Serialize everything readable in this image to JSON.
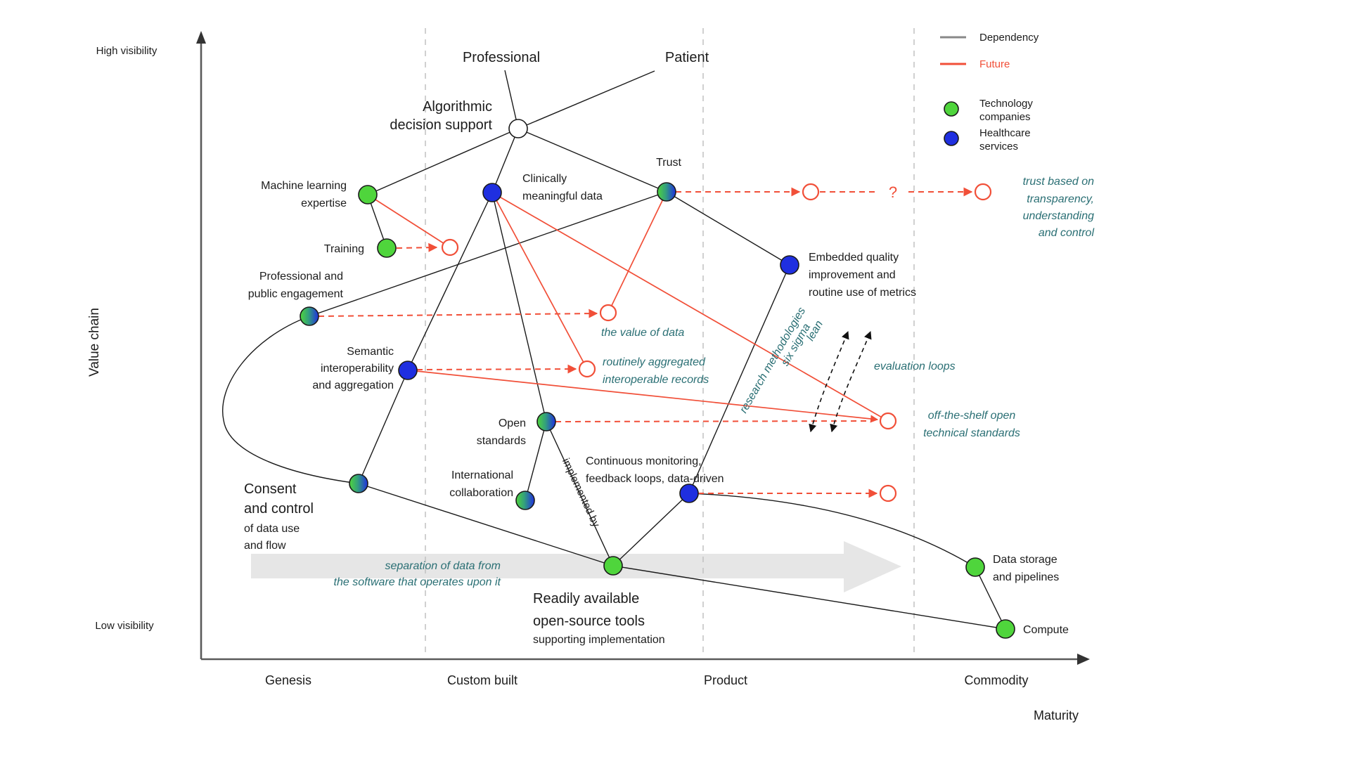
{
  "axes": {
    "y_top": "High visibility",
    "y_bottom": "Low visibility",
    "y_label": "Value chain",
    "x_label": "Maturity",
    "stages": [
      "Genesis",
      "Custom built",
      "Product",
      "Commodity"
    ]
  },
  "legend": {
    "dependency": "Dependency",
    "future": "Future",
    "tech": [
      "Technology",
      "companies"
    ],
    "health": [
      "Healthcare",
      "services"
    ]
  },
  "colors": {
    "future_red": "#f14f38",
    "annotation_teal": "#2a6f74",
    "technology_green": "#4fd53c",
    "healthcare_blue": "#1f2fe0"
  },
  "labels": {
    "professional": "Professional",
    "patient": "Patient",
    "ads": [
      "Algorithmic",
      "decision support"
    ],
    "ml": [
      "Machine learning",
      "expertise"
    ],
    "training": "Training",
    "cmd": [
      "Clinically",
      "meaningful data"
    ],
    "trust": "Trust",
    "ppe": [
      "Professional and",
      "public engagement"
    ],
    "semantic": [
      "Semantic",
      "interoperability",
      "and aggregation"
    ],
    "open_standards": [
      "Open",
      "standards"
    ],
    "intl": [
      "International",
      "collaboration"
    ],
    "consent_big": [
      "Consent",
      "and control"
    ],
    "consent_small": [
      "of data use",
      "and flow"
    ],
    "embedded": [
      "Embedded quality",
      "improvement and",
      "routine use of metrics"
    ],
    "continuous": [
      "Continuous monitoring,",
      "feedback loops, data-driven"
    ],
    "readily_big": [
      "Readily available",
      "open-source tools"
    ],
    "readily_small": "supporting implementation",
    "data_storage": [
      "Data storage",
      "and pipelines"
    ],
    "compute": "Compute",
    "implemented_by": "implemented by",
    "question_mark": "?"
  },
  "annotations": {
    "trust_future": [
      "trust based on",
      "transparency,",
      "understanding",
      "and control"
    ],
    "value_of_data": "the value of data",
    "routinely": [
      "routinely aggregated",
      "interoperable records"
    ],
    "off_the_shelf": [
      "off-the-shelf open",
      "technical standards"
    ],
    "evaluation_loops": "evaluation loops",
    "research": [
      "research methodologies",
      "six sigma",
      "lean"
    ],
    "separation": [
      "separation of data from",
      "the software that operates upon it"
    ]
  }
}
